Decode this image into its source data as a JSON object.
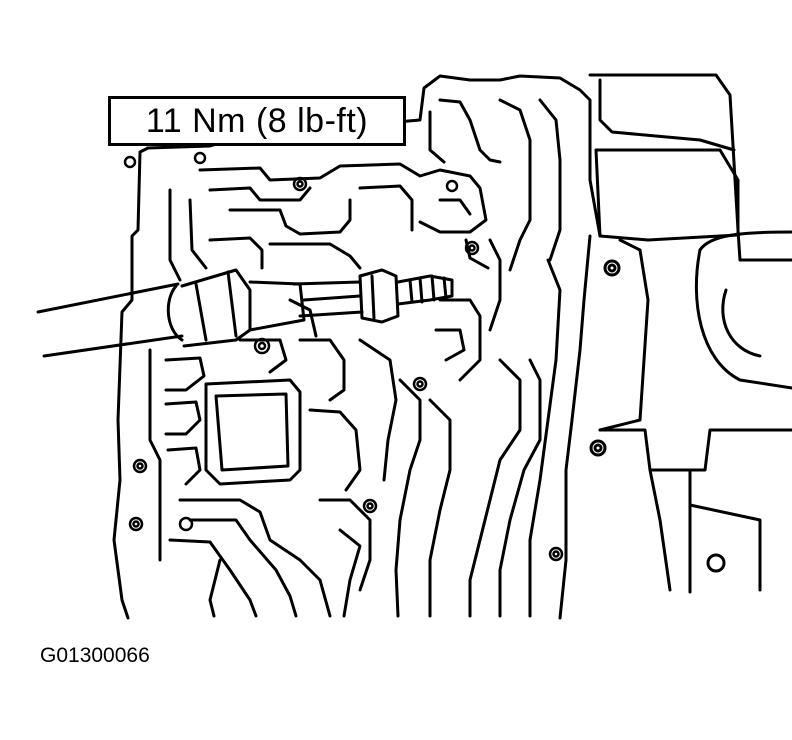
{
  "callout": {
    "torque_label": "11 Nm (8 lb-ft)"
  },
  "figure": {
    "id_label": "G01300066"
  },
  "colors": {
    "line": "#000000",
    "background": "#ffffff"
  },
  "components": [
    "valve-body",
    "transmission-case",
    "torque-wrench-extension",
    "socket",
    "bolt"
  ]
}
